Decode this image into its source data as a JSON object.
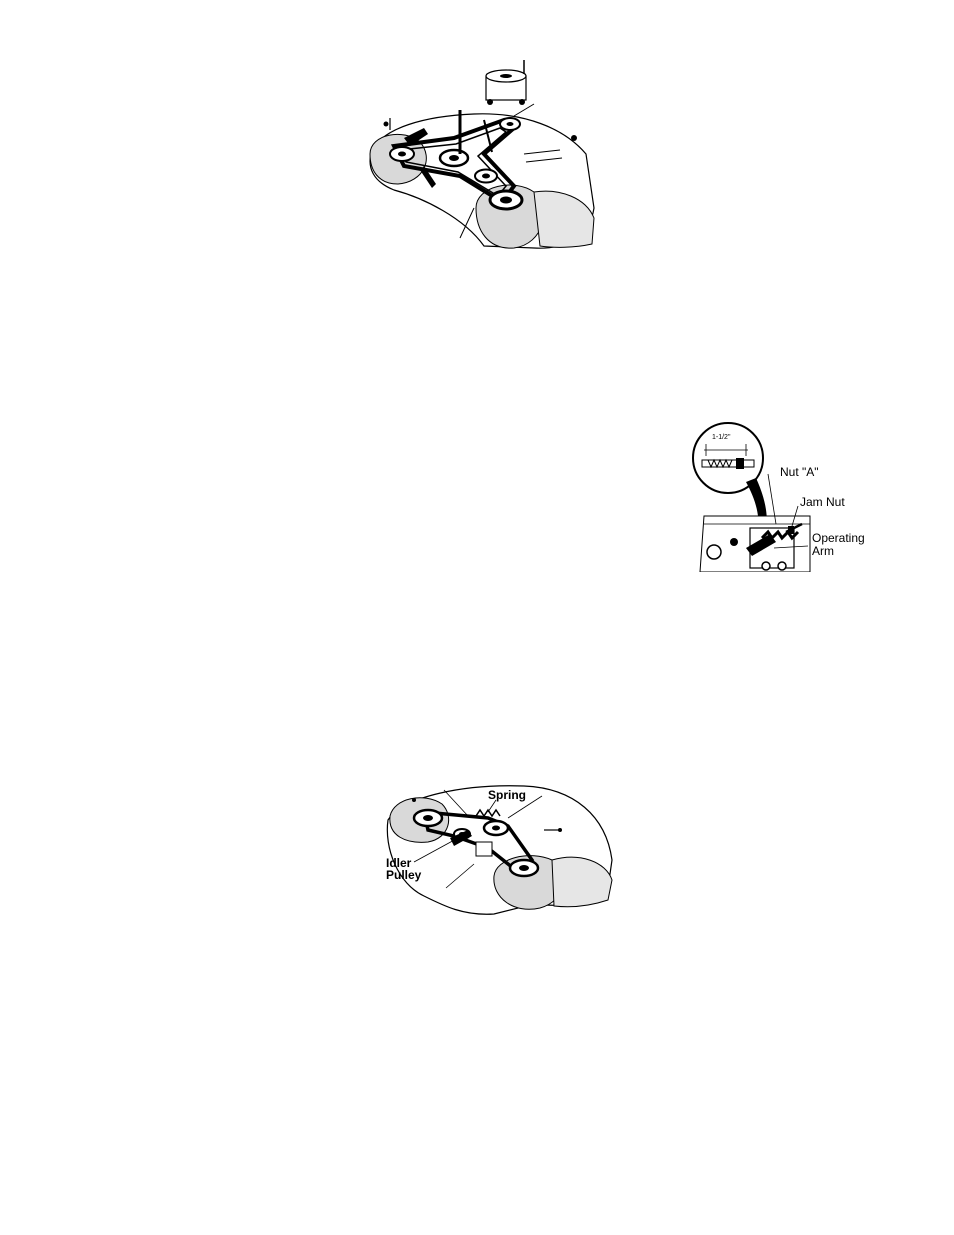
{
  "figure_top": {
    "labels": []
  },
  "figure_adjust": {
    "inset_label": "1-1/2\"",
    "nut_a_label": "Nut \"A\"",
    "jam_nut_label": "Jam Nut",
    "operating_arm_label_line1": "Operating",
    "operating_arm_label_line2": "Arm"
  },
  "figure_bottom": {
    "spring_label": "Spring",
    "idler_pulley_label_line1": "Idler",
    "idler_pulley_label_line2": "Pulley"
  },
  "colors": {
    "ink": "#000000",
    "paper": "#ffffff",
    "shade": "#d9d9d9"
  }
}
